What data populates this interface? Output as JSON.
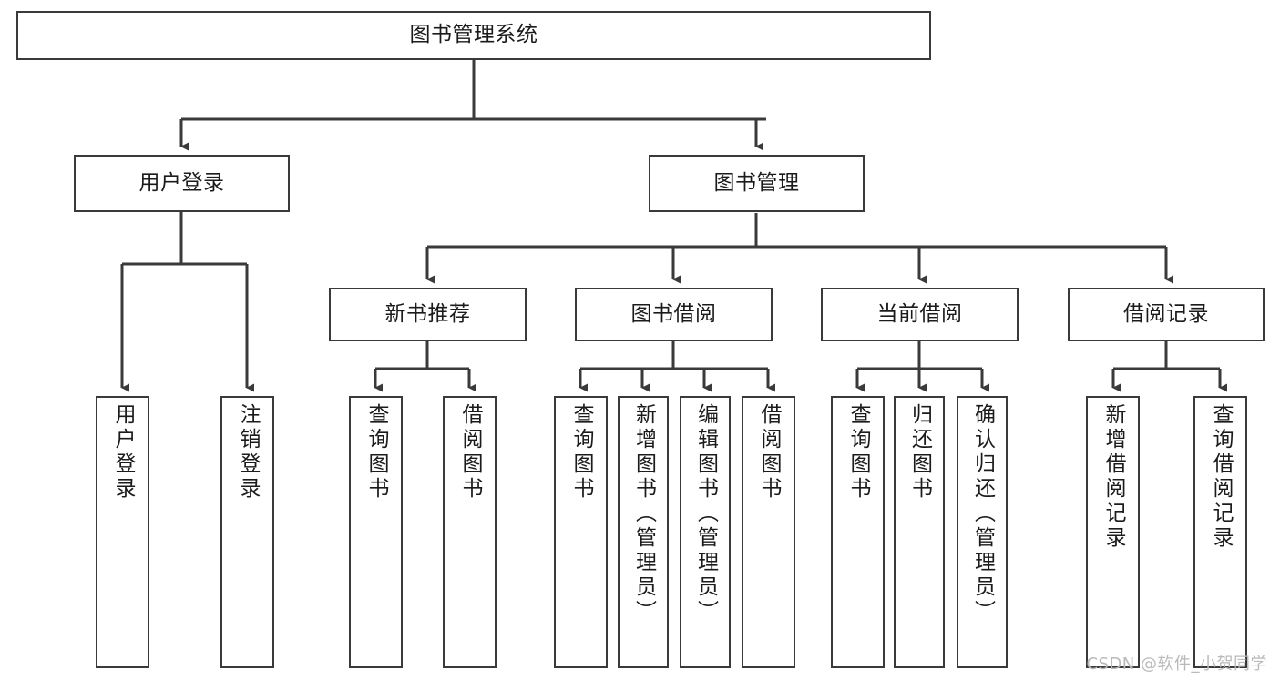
{
  "diagram": {
    "title": "图书管理系统",
    "type": "tree-hierarchy-chart",
    "colors": {
      "box_border": "#3a3a3a",
      "box_fill": "#ffffff",
      "connector": "#3a3a3a",
      "text": "#1b1b1b",
      "watermark": "#b9b9b9"
    },
    "root": {
      "label": "图书管理系统",
      "orientation": "horizontal"
    },
    "level2": [
      {
        "label": "用户登录",
        "orientation": "horizontal"
      },
      {
        "label": "图书管理",
        "orientation": "horizontal"
      }
    ],
    "level3": [
      {
        "label": "新书推荐",
        "orientation": "horizontal"
      },
      {
        "label": "图书借阅",
        "orientation": "horizontal"
      },
      {
        "label": "当前借阅",
        "orientation": "horizontal"
      },
      {
        "label": "借阅记录",
        "orientation": "horizontal"
      }
    ],
    "leaves": {
      "user_login": [
        {
          "label": "用户登录",
          "orientation": "vertical"
        },
        {
          "label": "注销登录",
          "orientation": "vertical"
        }
      ],
      "new_book_recommend": [
        {
          "label": "查询图书",
          "orientation": "vertical"
        },
        {
          "label": "借阅图书",
          "orientation": "vertical"
        }
      ],
      "book_borrow": [
        {
          "label": "查询图书",
          "orientation": "vertical"
        },
        {
          "label": "新增图书（管理员）",
          "orientation": "vertical"
        },
        {
          "label": "编辑图书（管理员）",
          "orientation": "vertical"
        },
        {
          "label": "借阅图书",
          "orientation": "vertical"
        }
      ],
      "current_borrow": [
        {
          "label": "查询图书",
          "orientation": "vertical"
        },
        {
          "label": "归还图书",
          "orientation": "vertical"
        },
        {
          "label": "确认归还（管理员）",
          "orientation": "vertical"
        }
      ],
      "borrow_record": [
        {
          "label": "新增借阅记录",
          "orientation": "vertical"
        },
        {
          "label": "查询借阅记录",
          "orientation": "vertical"
        }
      ]
    }
  },
  "watermark": {
    "text": "CSDN @软件_小贺同学"
  }
}
